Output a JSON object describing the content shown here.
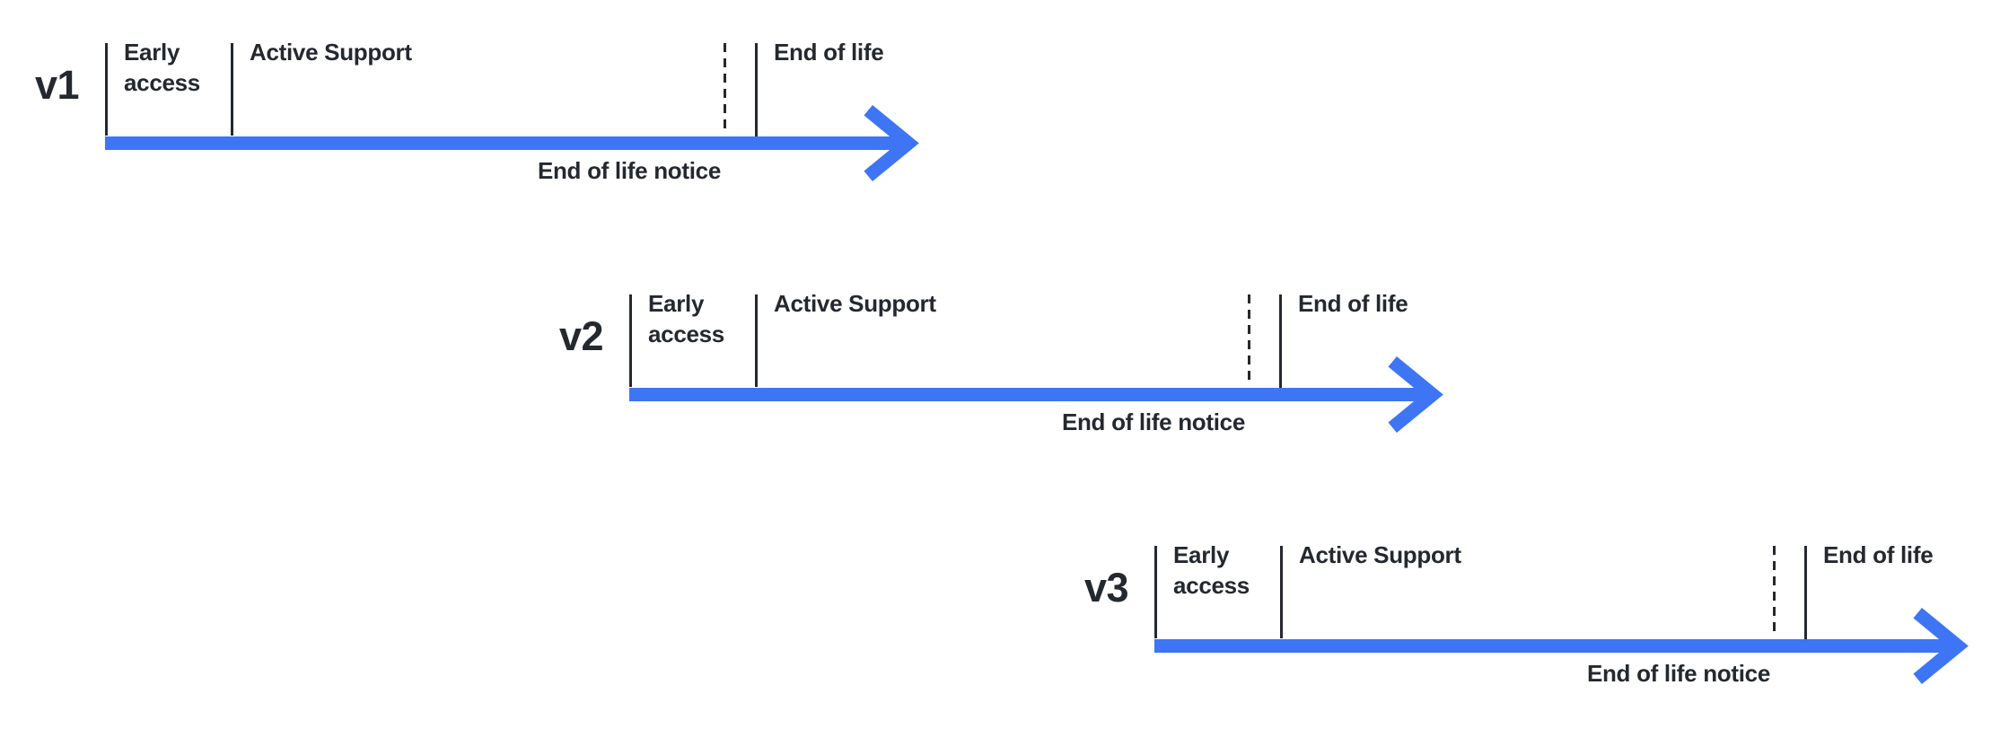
{
  "colors": {
    "arrow": "#3D75F4",
    "ink": "#24282F",
    "bg": "#FFFFFF"
  },
  "timelines": [
    {
      "version": "v1",
      "early_access_label": "Early access",
      "active_support_label": "Active Support",
      "end_of_life_label": "End of life",
      "end_of_life_notice_label": "End of life notice"
    },
    {
      "version": "v2",
      "early_access_label": "Early access",
      "active_support_label": "Active Support",
      "end_of_life_label": "End of life",
      "end_of_life_notice_label": "End of life notice"
    },
    {
      "version": "v3",
      "early_access_label": "Early access",
      "active_support_label": "Active Support",
      "end_of_life_label": "End of life",
      "end_of_life_notice_label": "End of life notice"
    }
  ]
}
